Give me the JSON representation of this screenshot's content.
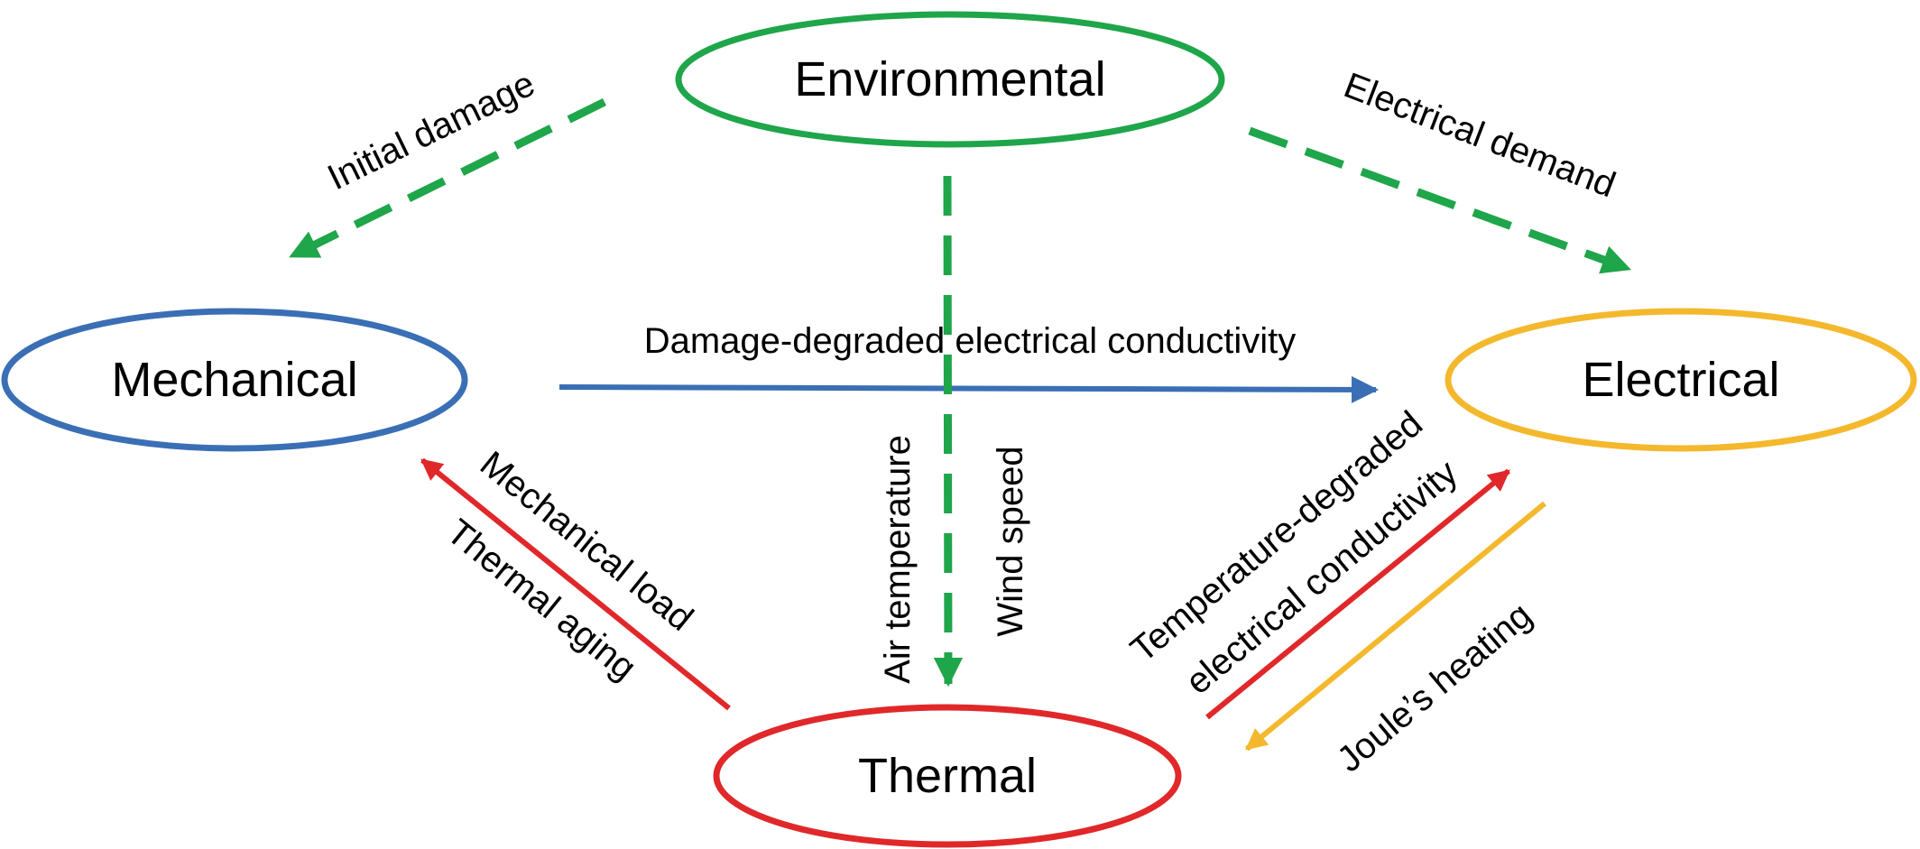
{
  "colors": {
    "environmental": "#1fa54a",
    "mechanical": "#3a6fb5",
    "electrical": "#f4b82d",
    "thermal": "#e0282a",
    "text": "#000000"
  },
  "nodes": {
    "environmental": {
      "label": "Environmental"
    },
    "mechanical": {
      "label": "Mechanical"
    },
    "electrical": {
      "label": "Electrical"
    },
    "thermal": {
      "label": "Thermal"
    }
  },
  "edges": {
    "initial_damage": {
      "label": "Initial damage",
      "from": "Environmental",
      "to": "Mechanical",
      "style": "dashed"
    },
    "electrical_demand": {
      "label": "Electrical demand",
      "from": "Environmental",
      "to": "Electrical",
      "style": "dashed"
    },
    "env_to_thermal": {
      "label_1": "Air temperature",
      "label_2": "Wind speed",
      "from": "Environmental",
      "to": "Thermal",
      "style": "dashed"
    },
    "damage_degraded": {
      "label": "Damage-degraded electrical conductivity",
      "from": "Mechanical",
      "to": "Electrical",
      "style": "solid"
    },
    "thermal_to_mechanical": {
      "label_1": "Mechanical load",
      "label_2": "Thermal aging",
      "from": "Thermal",
      "to": "Mechanical",
      "style": "solid"
    },
    "temperature_degraded": {
      "label_1": "Temperature-degraded",
      "label_2": "electrical conductivity",
      "from": "Thermal",
      "to": "Electrical",
      "style": "solid"
    },
    "joules_heating": {
      "label": "Joule’s heating",
      "from": "Electrical",
      "to": "Thermal",
      "style": "solid"
    }
  }
}
